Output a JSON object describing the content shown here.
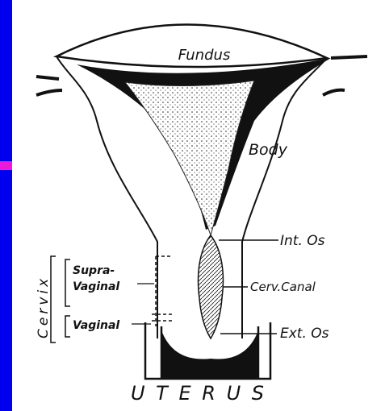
{
  "colors": {
    "background": "#0000ee",
    "accent": "#f018d8",
    "panel": "#ffffff",
    "ink": "#111111"
  },
  "labels": {
    "fundus": "Fundus",
    "body": "Body",
    "int_os": "Int. Os",
    "cerv_canal": "Cerv.Canal",
    "ext_os": "Ext. Os",
    "cervix": "Cervix",
    "supra": "Supra-",
    "vaginal_line2": "Vaginal",
    "vaginal": "Vaginal",
    "title": "U T E R U S"
  }
}
